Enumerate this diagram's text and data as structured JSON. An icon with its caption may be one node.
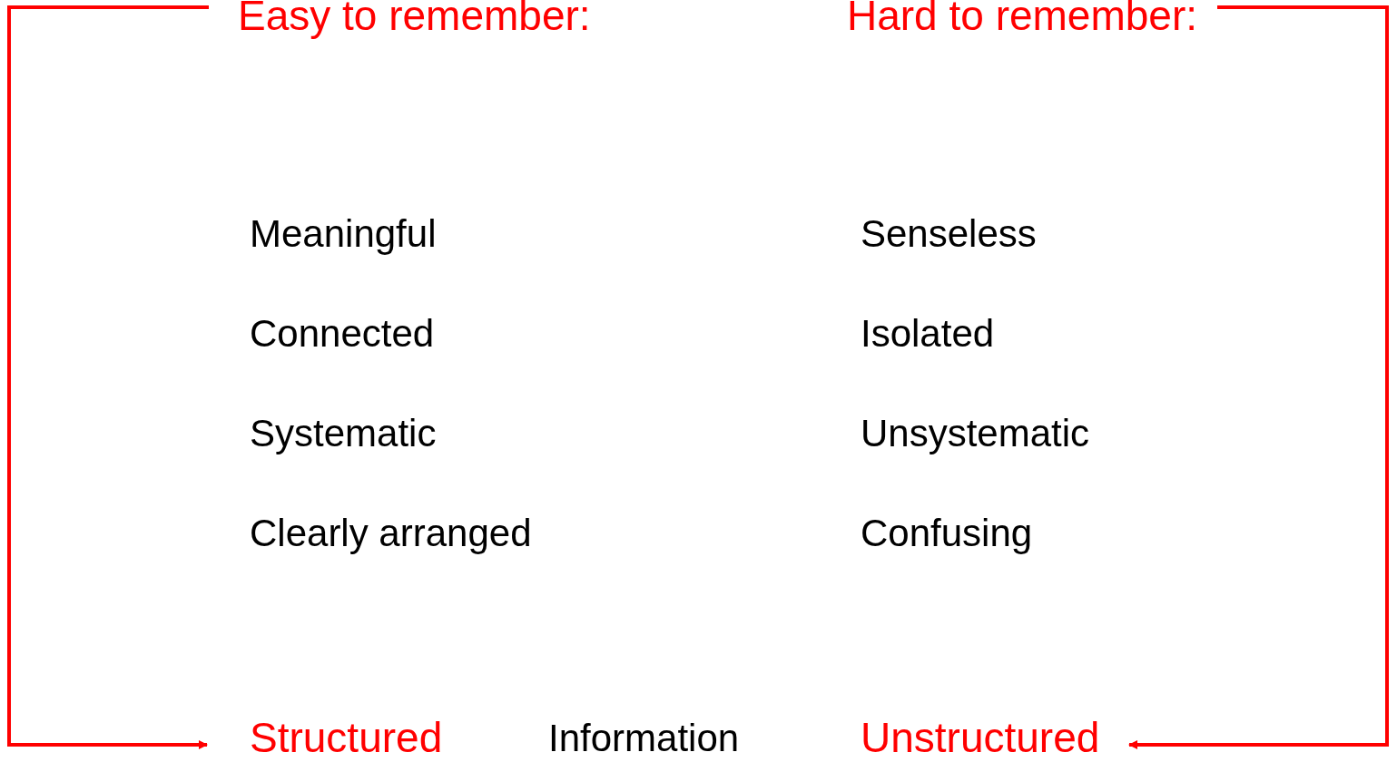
{
  "diagram": {
    "nodes": [
      {
        "text": [
          "Easy to remember:"
        ]
      },
      {
        "text": [
          "Structured"
        ]
      },
      {
        "text": [
          "Hard to remember:"
        ]
      },
      {
        "text": [
          "Unstructured"
        ]
      }
    ],
    "edges": [
      {
        "from": 0,
        "to": 1,
        "arrow": "to"
      },
      {
        "from": 2,
        "to": 3,
        "arrow": "to"
      }
    ],
    "labels": [
      "Meaningful",
      "Senseless",
      "Connected",
      "Isolated",
      "Systematic",
      "Unsystematic",
      "Clearly arranged",
      "Confusing",
      "Information"
    ]
  }
}
